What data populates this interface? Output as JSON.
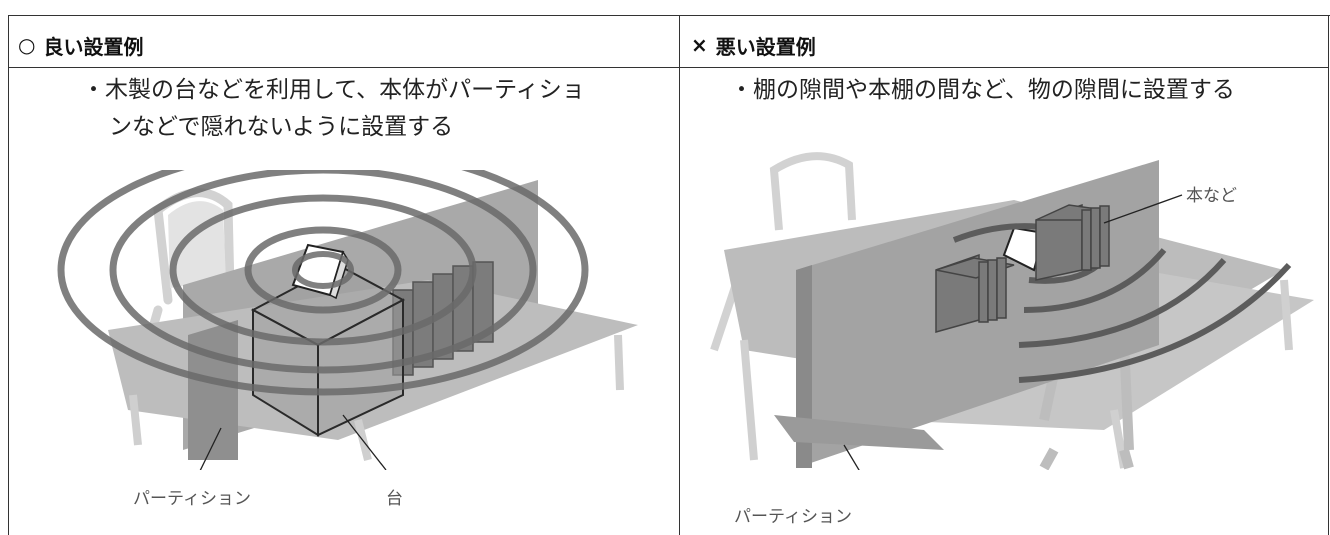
{
  "good": {
    "mark": "○",
    "title": "良い設置例",
    "bullet": "・",
    "line1": "木製の台などを利用して、本体がパーティショ",
    "line2": "ンなどで隠れないように設置する",
    "callout_partition": "パーティション",
    "callout_stand": "台"
  },
  "bad": {
    "mark": "×",
    "title": "悪い設置例",
    "bullet": "・",
    "line1": "棚の隙間や本棚の間など、物の隙間に設置する",
    "callout_books": "本など",
    "callout_partition": "パーティション"
  }
}
